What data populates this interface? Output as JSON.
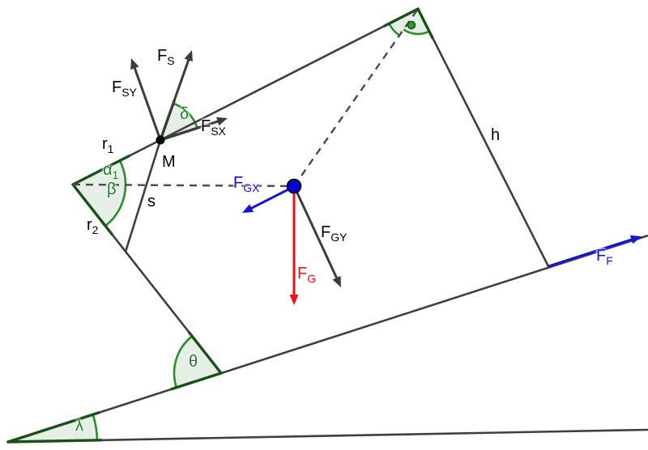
{
  "labels": {
    "FS": {
      "main": "F",
      "sub": "S",
      "color": "#000000"
    },
    "FSY": {
      "main": "F",
      "sub": "SY",
      "color": "#000000"
    },
    "FSX": {
      "main": "F",
      "sub": "SX",
      "color": "#000000"
    },
    "delta": {
      "main": "δ",
      "sub": "",
      "color": "#1e7d1e"
    },
    "M": {
      "main": "M",
      "sub": "",
      "color": "#000000"
    },
    "r1": {
      "main": "r",
      "sub": "1",
      "color": "#000000"
    },
    "alpha1": {
      "main": "α",
      "sub": "1",
      "color": "#1e7d1e"
    },
    "beta": {
      "main": "β",
      "sub": "",
      "color": "#1e7d1e"
    },
    "r2": {
      "main": "r",
      "sub": "2",
      "color": "#000000"
    },
    "s": {
      "main": "s",
      "sub": "",
      "color": "#000000"
    },
    "h": {
      "main": "h",
      "sub": "",
      "color": "#000000"
    },
    "FGX": {
      "main": "F",
      "sub": "GX",
      "color": "#1515d6"
    },
    "FGY": {
      "main": "F",
      "sub": "GY",
      "color": "#000000"
    },
    "FG": {
      "main": "F",
      "sub": "G",
      "color": "#ee1111"
    },
    "FF": {
      "main": "F",
      "sub": "F",
      "color": "#1515d6"
    },
    "theta": {
      "main": "θ",
      "sub": "",
      "color": "#1e7d1e"
    },
    "lambda": {
      "main": "λ",
      "sub": "",
      "color": "#1e7d1e"
    }
  },
  "colors": {
    "line": "#3f3f3f",
    "dashed": "#4a4a4a",
    "arrow_gray": "#3c3c3c",
    "red": "#ee1111",
    "blue": "#1515d6",
    "angle_fill": "rgba(60,130,60,0.13)",
    "angle_arc": "#2f8c2f",
    "angle_edge": "#1a4f1a",
    "point_black": "#000000",
    "point_blue": "#0000cc",
    "point_green": "#28a028"
  }
}
